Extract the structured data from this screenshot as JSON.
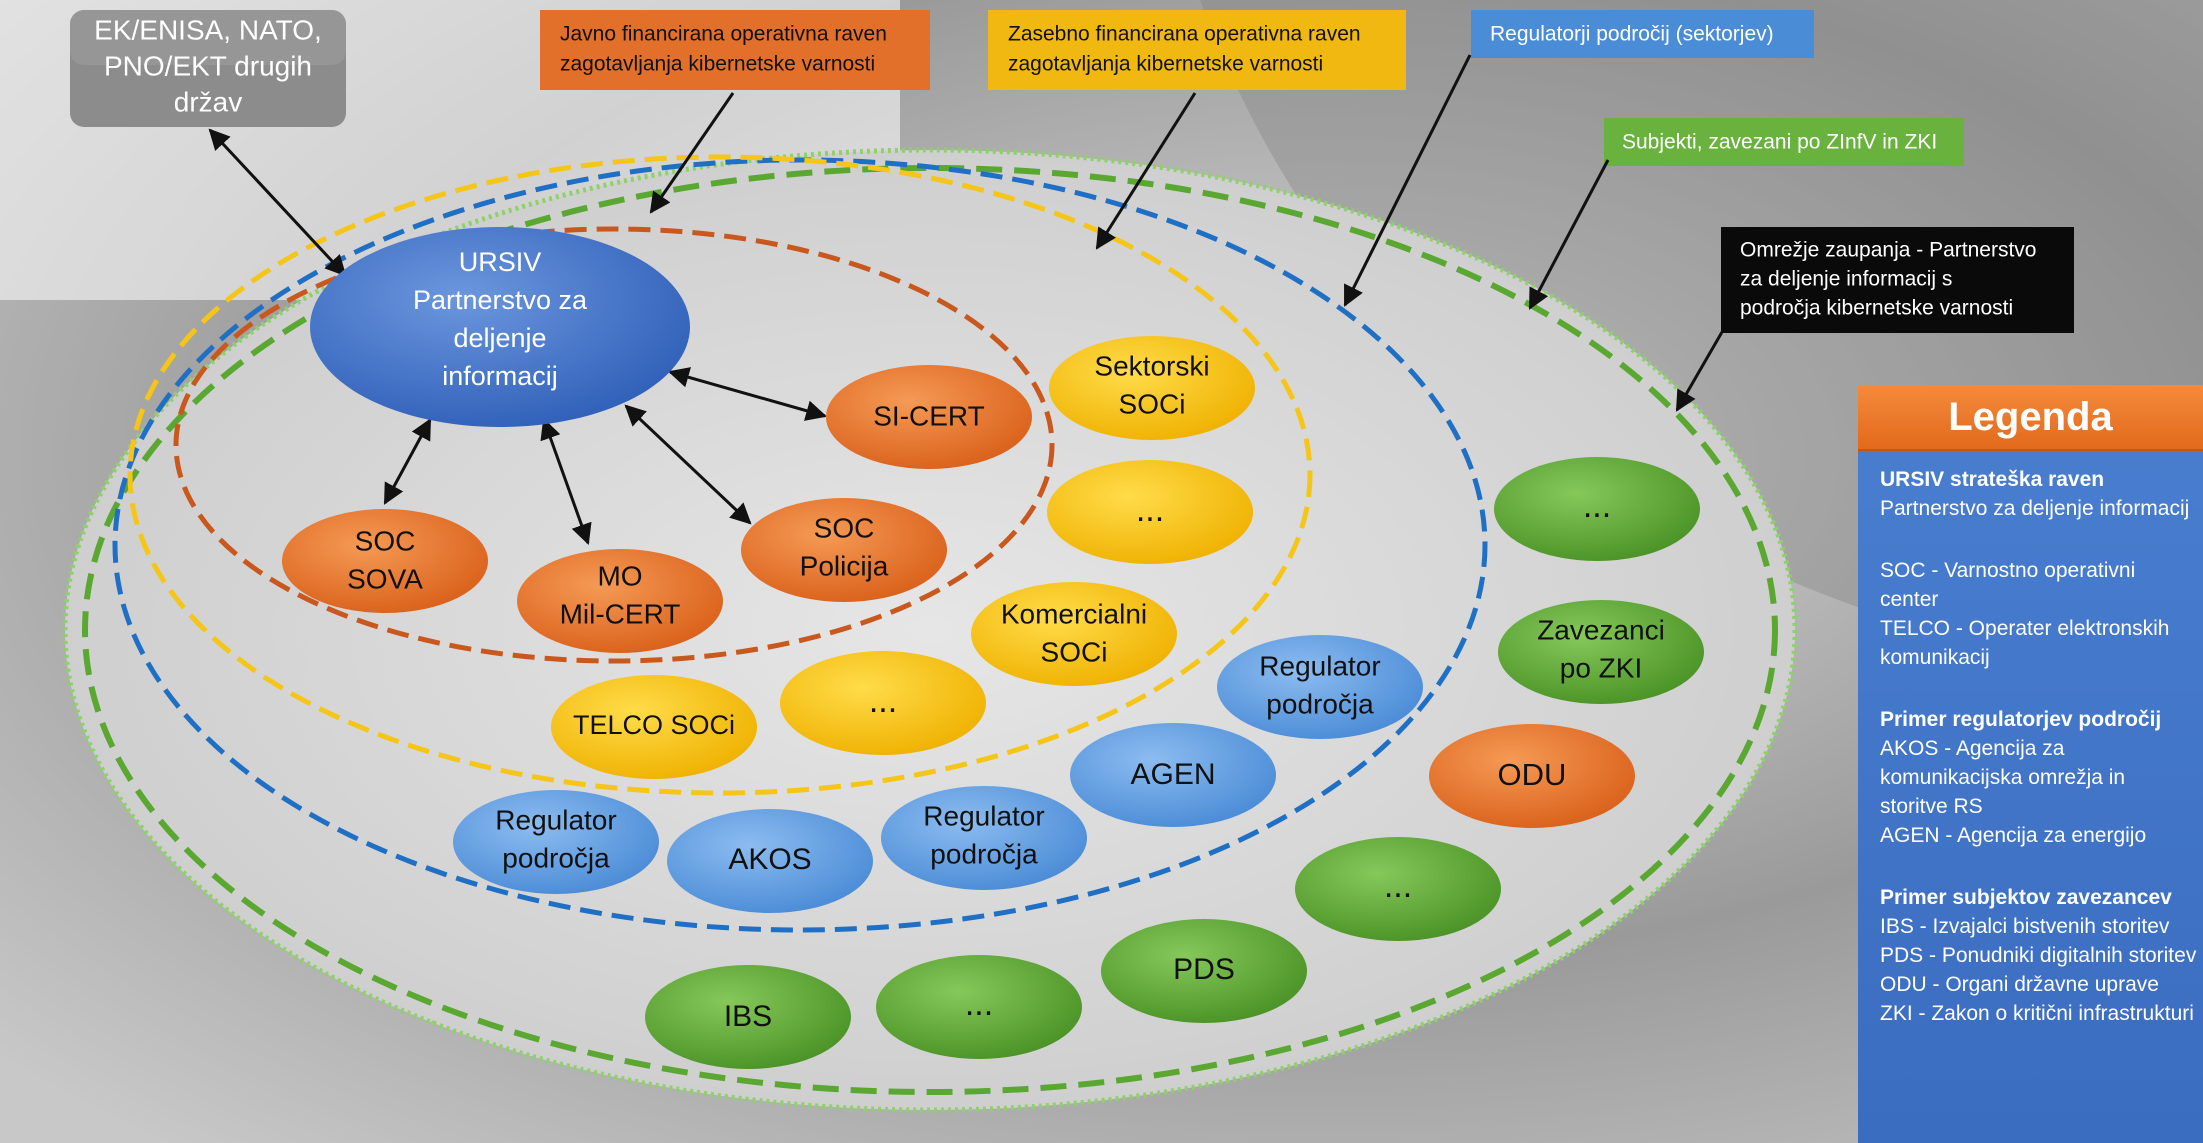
{
  "colors": {
    "outer_green_dashed": "#5aa832",
    "outer_green_dotted": "#8ed16a",
    "blue_dashed": "#1f6fc4",
    "yellow_dashed": "#f5c518",
    "orange_dashed": "#c9581e",
    "node_blue": "#3f72c8",
    "node_lightblue": "#5a9be0",
    "node_orange": "#e2702a",
    "node_yellow": "#f5c10f",
    "node_green": "#5aa032",
    "legend_bg": "#3f73c6",
    "legend_header": "#ee7a2a"
  },
  "callouts": {
    "international": [
      "EK/ENISA, NATO,",
      "PNO/EKT drugih",
      "držav"
    ],
    "public_level": [
      "Javno financirana operativna raven",
      "zagotavljanja kibernetske varnosti"
    ],
    "private_level": [
      "Zasebno financirana operativna raven",
      "zagotavljanja kibernetske varnosti"
    ],
    "regulators": [
      "Regulatorji področij (sektorjev)"
    ],
    "obligated": [
      "Subjekti, zavezani po ZInfV in ZKI"
    ],
    "trust_network": [
      "Omrežje zaupanja - Partnerstvo",
      "za deljenje informacij s",
      "področja kibernetske varnosti"
    ]
  },
  "nodes": {
    "ursiv": [
      "URSIV",
      "Partnerstvo za",
      "deljenje",
      "informacij"
    ],
    "si_cert": [
      "SI-CERT"
    ],
    "soc_sova": [
      "SOC",
      "SOVA"
    ],
    "mo_milcert": [
      "MO",
      "Mil-CERT"
    ],
    "soc_policija": [
      "SOC",
      "Policija"
    ],
    "sektorski": [
      "Sektorski",
      "SOCi"
    ],
    "yellow_dots_1": [
      "..."
    ],
    "komercialni": [
      "Komercialni",
      "SOCi"
    ],
    "yellow_dots_2": [
      "..."
    ],
    "telco": [
      "TELCO SOCi"
    ],
    "regulator_1": [
      "Regulator",
      "področja"
    ],
    "agen": [
      "AGEN"
    ],
    "regulator_2": [
      "Regulator",
      "področja"
    ],
    "akos": [
      "AKOS"
    ],
    "regulator_3": [
      "Regulator",
      "področja"
    ],
    "green_dots_1": [
      "..."
    ],
    "zavezanci": [
      "Zavezanci",
      "po ZKI"
    ],
    "odu": [
      "ODU"
    ],
    "green_dots_2": [
      "..."
    ],
    "pds": [
      "PDS"
    ],
    "green_dots_3": [
      "..."
    ],
    "ibs": [
      "IBS"
    ]
  },
  "legend": {
    "title": "Legenda",
    "blocks": [
      {
        "heading": "URSIV strateška raven",
        "lines": [
          "Partnerstvo za deljenje informacij"
        ]
      },
      {
        "heading": "",
        "lines": [
          "SOC - Varnostno operativni center",
          "TELCO - Operater elektronskih komunikacij"
        ]
      },
      {
        "heading": "Primer regulatorjev področij",
        "lines": [
          "AKOS - Agencija za komunikacijska omrežja in storitve RS",
          "AGEN - Agencija za energijo"
        ]
      },
      {
        "heading": "Primer subjektov zavezancev",
        "lines": [
          "IBS - Izvajalci bistvenih storitev",
          "PDS - Ponudniki digitalnih storitev",
          "ODU - Organi državne uprave",
          "ZKI - Zakon o kritični infrastrukturi"
        ]
      }
    ]
  }
}
